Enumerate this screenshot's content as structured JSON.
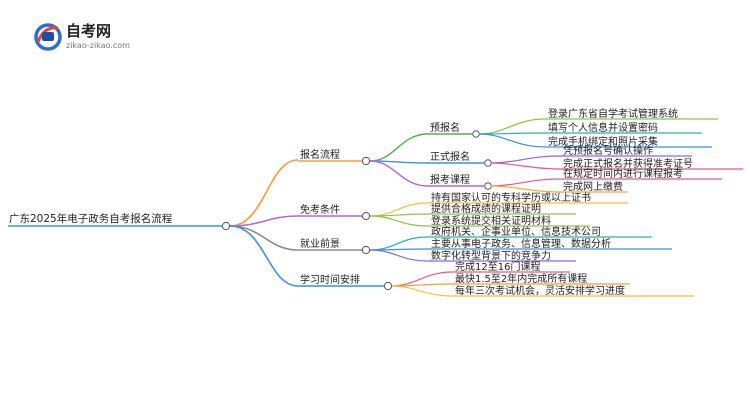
{
  "logo": {
    "title": "自考网",
    "subtitle": "zikao-zikao.com",
    "colors": {
      "blue": "#2f6fc6",
      "red": "#e0433a",
      "mark": "#1f4f9c"
    }
  },
  "mindmap": {
    "root": "广东2025年电子政务自考报名流程",
    "branches": [
      {
        "label": "报名流程",
        "color": "#f59a3b",
        "children": [
          {
            "label": "预报名",
            "color": "#55b04a",
            "children": [
              "登录广东省自学考试管理系统",
              "填写个人信息并设置密码",
              "完成手机绑定和照片采集"
            ]
          },
          {
            "label": "正式报名",
            "color": "#3d8fe0",
            "children": [
              "凭预报名号确认操作",
              "完成正式报名并获得准考证号"
            ]
          },
          {
            "label": "报考课程",
            "color": "#b667d6",
            "children": [
              "在规定时间内进行课程报考",
              "完成网上缴费"
            ]
          }
        ]
      },
      {
        "label": "免考条件",
        "color": "#b667d6",
        "children": [
          "持有国家认可的专科学历或以上证书",
          "提供合格成绩的课程证明",
          "登录系统提交相关证明材料"
        ]
      },
      {
        "label": "就业前景",
        "color": "#8a8a8a",
        "children": [
          "政府机关、企事业单位、信息技术公司",
          "主要从事电子政务、信息管理、数据分析",
          "数字化转型背景下的竞争力"
        ]
      },
      {
        "label": "学习时间安排",
        "color": "#3d8fe0",
        "children": [
          "完成12至16门课程",
          "最快1.5至2年内完成所有课程",
          "每年三次考试机会，灵活安排学习进度"
        ]
      }
    ]
  },
  "leaf_colors": {
    "pre_reg": [
      "#8bc34a",
      "#26b3a6",
      "#3d8fe0"
    ],
    "formal": [
      "#8a6ad6",
      "#e05a8a"
    ],
    "course": [
      "#e05a8a",
      "#f5a93b"
    ],
    "exempt": [
      "#f5c13b",
      "#8bc34a",
      "#8bc34a"
    ],
    "career": [
      "#26b3a6",
      "#3d8fe0",
      "#8a6ad6"
    ],
    "study": [
      "#e05a8a",
      "#f59a3b",
      "#f5c13b"
    ]
  }
}
